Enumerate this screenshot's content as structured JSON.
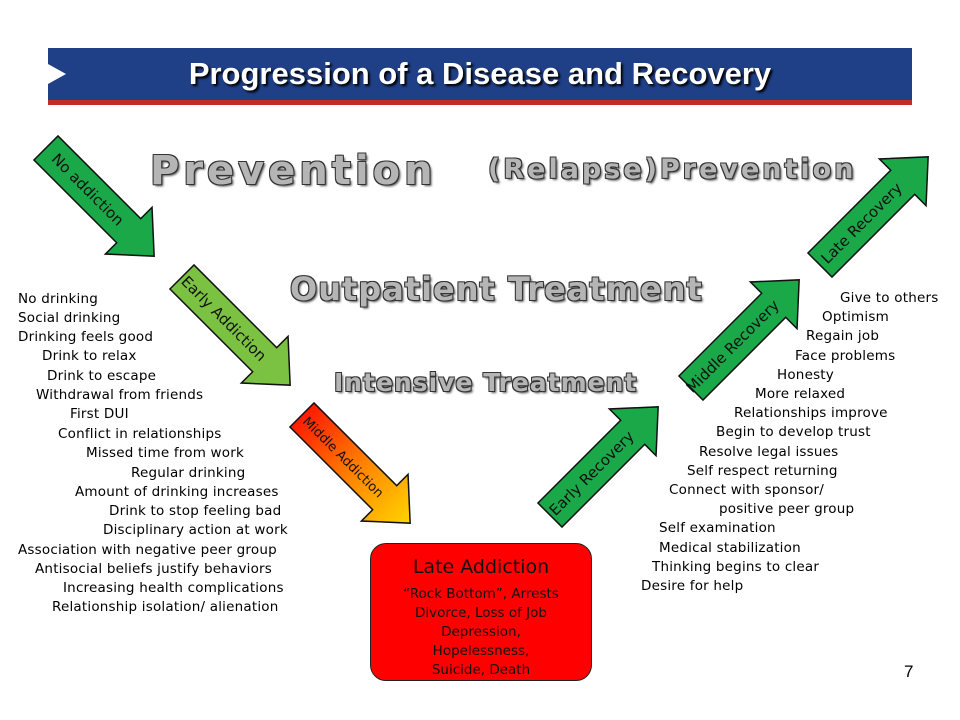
{
  "title": "Progression of a Disease and Recovery",
  "headings": {
    "prevention": "Prevention",
    "relapse_prevention": "(Relapse)Prevention",
    "outpatient": "Outpatient Treatment",
    "intensive": "Intensive Treatment"
  },
  "stages": {
    "no_addiction": "No addiction",
    "early_addiction": "Early Addiction",
    "middle_addiction": "Middle Addiction",
    "early_recovery": "Early Recovery",
    "middle_recovery": "Middle Recovery",
    "late_recovery": "Late Recovery"
  },
  "colors": {
    "banner": "#1f3f86",
    "banner_stripe": "#c42a2a",
    "dark_green": "#1aa849",
    "light_green": "#7cc242",
    "late_box": "#ff0000"
  },
  "addiction_symptoms": [
    "No drinking",
    "Social drinking",
    "Drinking feels good",
    "Drink to relax",
    "Drink to escape",
    "Withdrawal from friends",
    "First DUI",
    "Conflict in relationships",
    "Missed time from work",
    "Regular drinking",
    "Amount of drinking increases",
    "Drink to stop feeling bad",
    "Disciplinary action at work",
    "Association with negative peer group",
    "Antisocial beliefs justify behaviors",
    "Increasing health complications",
    "Relationship isolation/ alienation"
  ],
  "late_addiction": {
    "title": "Late Addiction",
    "lines": [
      "“Rock Bottom”, Arrests",
      "Divorce, Loss of Job",
      "Depression,",
      "Hopelessness,",
      "Suicide, Death"
    ]
  },
  "recovery_signs": [
    "Give to others",
    "Optimism",
    "Regain job",
    "Face problems",
    "Honesty",
    "More relaxed",
    "Relationships improve",
    "Begin to develop trust",
    "Resolve legal issues",
    "Self respect returning",
    "Connect with sponsor/",
    "positive peer group",
    "Self examination",
    "Medical stabilization",
    "Thinking begins to clear",
    "Desire for help"
  ],
  "page_number": "7"
}
